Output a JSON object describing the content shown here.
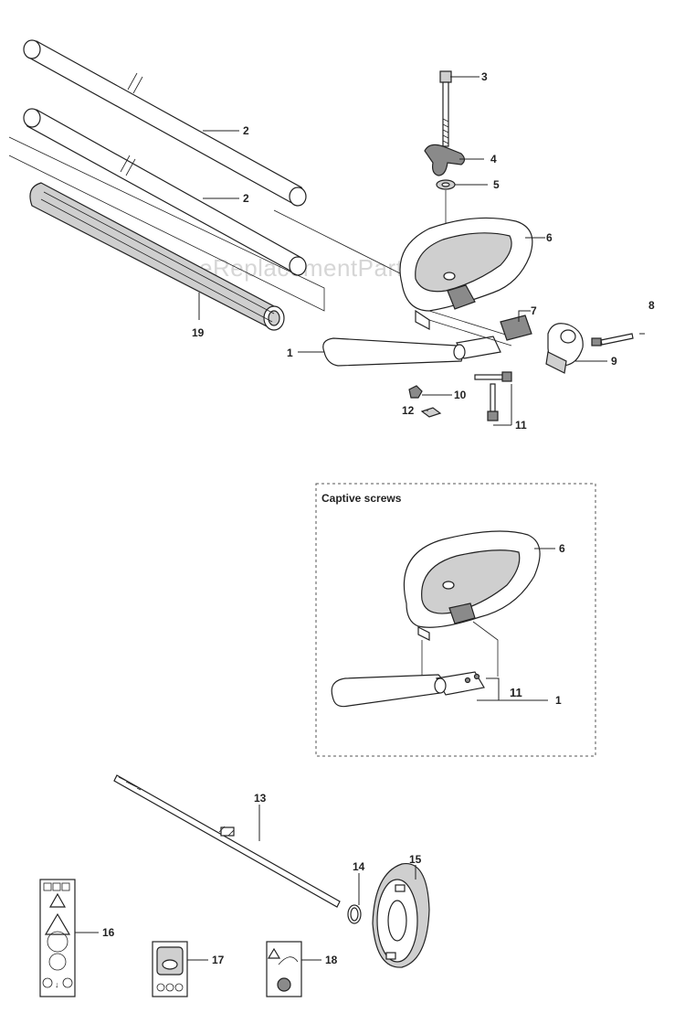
{
  "watermark": "eReplacementParts.com",
  "inset": {
    "caption": "Captive screws"
  },
  "callouts": {
    "c1": "1",
    "c2a": "2",
    "c2b": "2",
    "c3": "3",
    "c4": "4",
    "c5": "5",
    "c6": "6",
    "c7": "7",
    "c8": "8",
    "c9": "9",
    "c10": "10",
    "c11": "11",
    "c12": "12",
    "c13": "13",
    "c14": "14",
    "c15": "15",
    "c16": "16",
    "c17": "17",
    "c18": "18",
    "c19": "19",
    "inset6": "6",
    "inset11": "11",
    "inset1": "1"
  }
}
